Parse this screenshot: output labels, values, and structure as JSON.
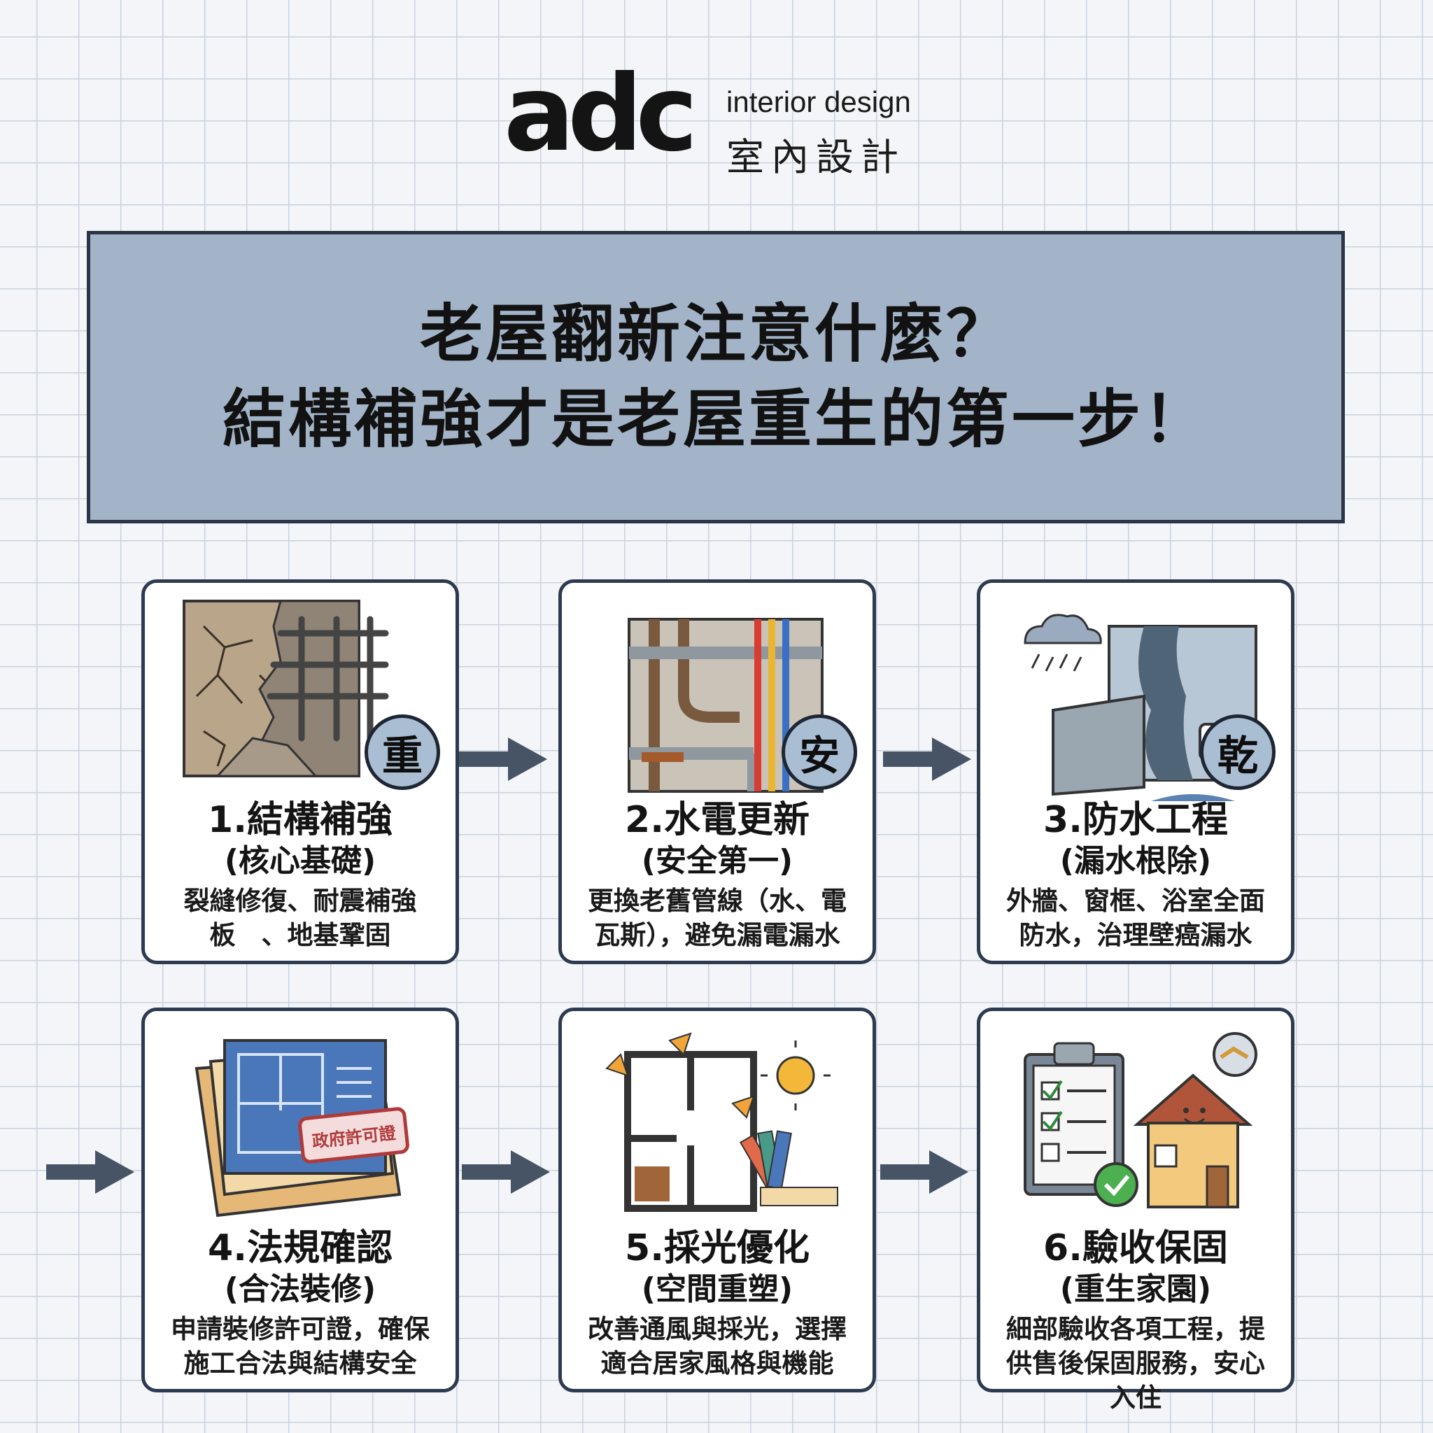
{
  "logo": {
    "mark": "adc",
    "tagline_en": "interior design",
    "tagline_zh": "室內設計"
  },
  "banner": {
    "line1": "老屋翻新注意什麼？",
    "line2": "結構補強才是老屋重生的第一步！"
  },
  "steps": [
    {
      "badge": "重",
      "title": "1.結構補強",
      "subtitle": "(核心基礎)",
      "desc": "裂縫修復、耐震補強板　、地基鞏固",
      "icon": "cracked-wall-rebar-icon"
    },
    {
      "badge": "安",
      "title": "2.水電更新",
      "subtitle": "(安全第一)",
      "desc": "更換老舊管線（水、電瓦斯），避免漏電漏水",
      "icon": "pipes-wires-icon"
    },
    {
      "badge": "乾",
      "title": "3.防水工程",
      "subtitle": "(漏水根除)",
      "desc": "外牆、窗框、浴室全面防水，治理壁癌漏水",
      "icon": "waterproof-bathroom-icon"
    },
    {
      "title": "4.法規確認",
      "subtitle": "(合法裝修)",
      "desc": "申請裝修許可證，確保施工合法與結構安全",
      "stamp": "政府許可證",
      "icon": "blueprint-permit-icon"
    },
    {
      "title": "5.採光優化",
      "subtitle": "(空間重塑)",
      "desc": "改善通風與採光，選擇適合居家風格與機能",
      "icon": "floorplan-sun-icon"
    },
    {
      "title": "6.驗收保固",
      "subtitle": "(重生家園)",
      "desc": "細部驗收各項工程，提供售後保固服務，安心入住",
      "icon": "checklist-house-icon"
    }
  ],
  "colors": {
    "banner_fill": "#a3b4c8",
    "outline": "#2d3a4f",
    "badge_fill": "#a9bdd3",
    "arrow": "#475466"
  }
}
